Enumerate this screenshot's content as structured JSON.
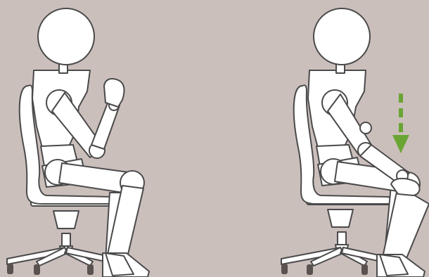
{
  "colors": {
    "background": "#cbbfbc",
    "figure_fill": "#ffffff",
    "outline": "#4a4a4a",
    "chair_foot": "#5a524f",
    "arrow": "#6aa534"
  },
  "panels": [
    {
      "id": "left",
      "pose": "hand-raised-upright",
      "arrow": false
    },
    {
      "id": "right",
      "pose": "hands-pressing-knees",
      "arrow": true,
      "arrow_direction": "down",
      "arrow_style": "dashed"
    }
  ]
}
